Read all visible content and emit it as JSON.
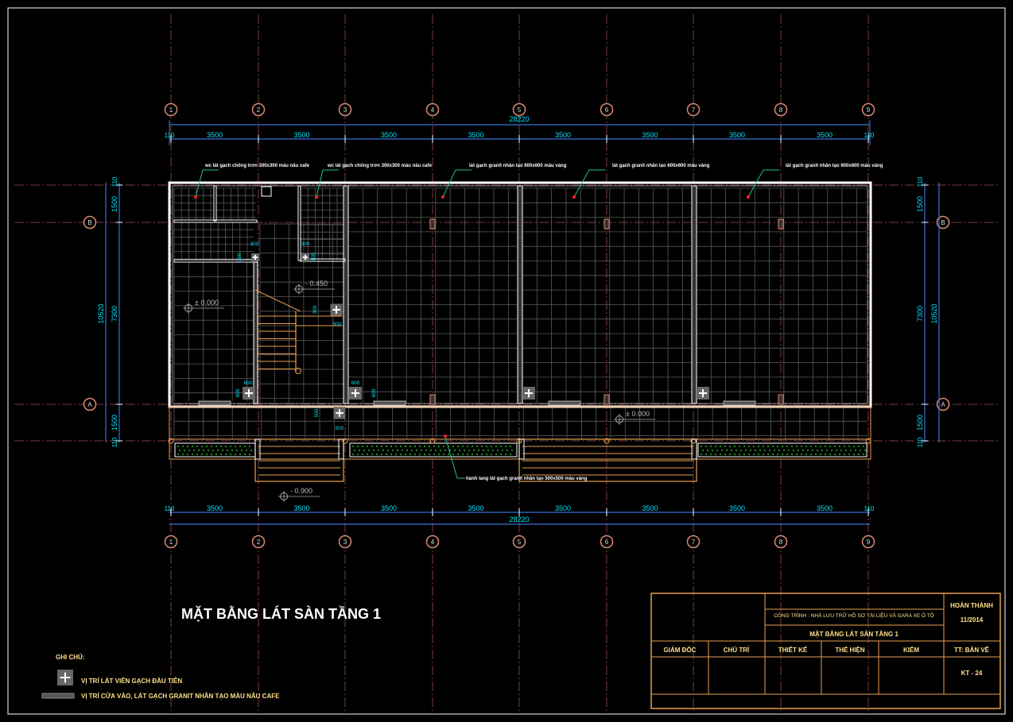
{
  "drawing": {
    "title": "MẶT BẰNG LÁT SÀN TẦNG 1",
    "axes_columns": [
      "1",
      "2",
      "3",
      "4",
      "5",
      "6",
      "7",
      "8",
      "9"
    ],
    "axes_rows": [
      "B",
      "A"
    ],
    "dims_horizontal": {
      "total": "28220",
      "edge": "110",
      "spans": [
        "3500",
        "3500",
        "3500",
        "3500",
        "3500",
        "3500",
        "3500",
        "3500"
      ]
    },
    "dims_vertical": {
      "total": "10520",
      "edge": "110",
      "spans": [
        "1500",
        "7300",
        "1500"
      ]
    },
    "callouts": [
      "wc lát gạch chống trơn 300x300 màu nâu cafe",
      "wc lát gạch chống trơn 300x300 màu nâu cafe",
      "lát gạch granit nhân tạo 600x600 màu vàng",
      "lát gạch granit nhân tạo 600x600 màu vàng",
      "lát gạch granit nhân tạo 600x600 màu vàng",
      "hành lang lát gạch granit nhân tạo 500x500 màu vàng"
    ],
    "levels": [
      "± 0.000",
      "- 0.450",
      "± 0.000",
      "- 0.900"
    ],
    "tile_dims": [
      "300",
      "300",
      "300",
      "300",
      "300",
      "500",
      "600",
      "600",
      "600",
      "600",
      "500",
      "500"
    ]
  },
  "legend": {
    "heading": "GHI CHÚ:",
    "items": [
      "VỊ TRÍ LÁT VIÊN GẠCH ĐẦU TIÊN",
      "VỊ TRÍ CỬA VÀO, LÁT GẠCH GRANIT NHÂN TẠO MÀU NÂU CAFE"
    ]
  },
  "title_block": {
    "project": "CÔNG TRÌNH : NHÀ LƯU TRỮ HỒ SƠ TÀI LIỆU VÀ GARA XE Ô TÔ",
    "sheet_title": "MẶT BẰNG LÁT SÀN TẦNG 1",
    "status": "HOÀN THÀNH",
    "date": "11/2014",
    "roles": [
      "GIÁM ĐỐC",
      "CHỦ TRÌ",
      "THIẾT KẾ",
      "THỂ HIỆN",
      "KIỂM"
    ],
    "sheet_no_label": "TT: BẢN VẼ",
    "sheet_no": "KT - 24"
  },
  "colors": {
    "background": "#000000",
    "axis": "#7a3b3b",
    "dimension": "#3a6fd8",
    "dim_text": "#00e5ff",
    "wall": "#ffffff",
    "tile": "#5a5a5a",
    "stair": "#e8a050",
    "title_block": "#e8a050",
    "title_text": "#ffe08a",
    "planter": "#22ff22",
    "leader": "#20c090",
    "marker": "#ff2020"
  }
}
